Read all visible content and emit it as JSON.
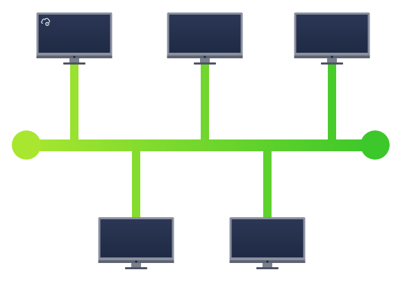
{
  "diagram": {
    "type": "bus-topology",
    "bus": {
      "gradient_start": "#a8e630",
      "gradient_end": "#3cc72a",
      "terminators": [
        "left-terminator",
        "right-terminator"
      ]
    },
    "nodes": [
      {
        "id": "computer-1",
        "row": "top",
        "icon": "cloud-gear-icon"
      },
      {
        "id": "computer-2",
        "row": "top",
        "icon": ""
      },
      {
        "id": "computer-3",
        "row": "top",
        "icon": ""
      },
      {
        "id": "computer-4",
        "row": "bottom",
        "icon": ""
      },
      {
        "id": "computer-5",
        "row": "bottom",
        "icon": ""
      }
    ],
    "colors": {
      "screen": "#1f2a44",
      "screen_top": "#2b3755",
      "bezel": "#8a90a0",
      "bezel_dark": "#5e6472",
      "stand": "#7a808e",
      "base": "#4d5362",
      "power_dot": "#1c2233"
    }
  }
}
